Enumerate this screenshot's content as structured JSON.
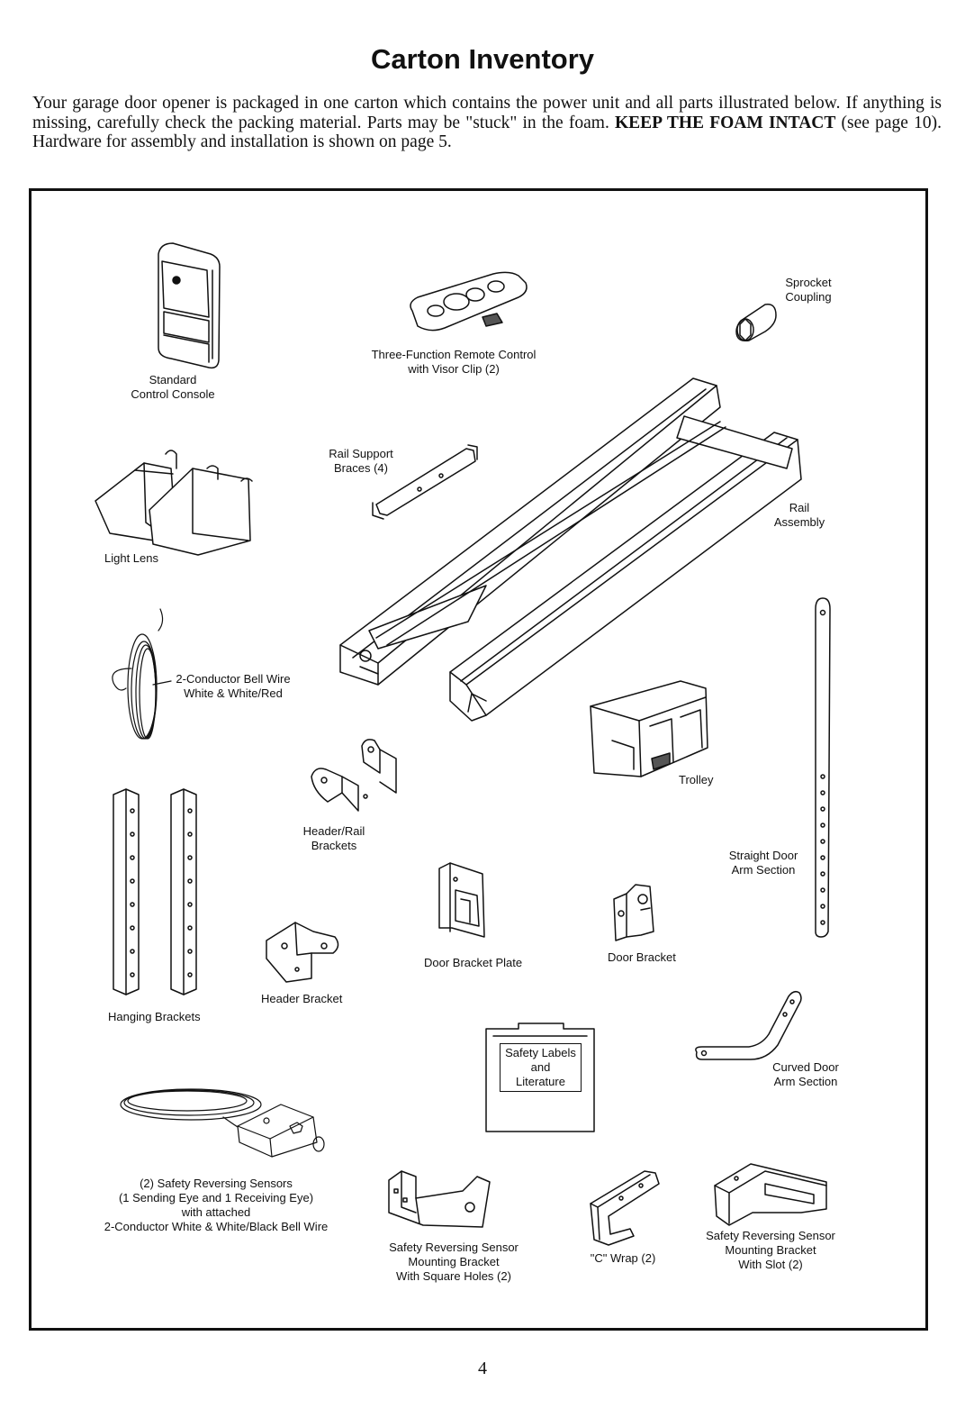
{
  "page": {
    "title": "Carton Inventory",
    "intro_part1": "Your garage door opener is packaged in one carton which contains the power unit and all parts illustrated below. If anything is missing, carefully check the packing material. Parts may be \"stuck\" in the foam. ",
    "intro_bold": "KEEP THE FOAM INTACT",
    "intro_part2": " (see page 10). Hardware for assembly and installation is shown on page 5.",
    "page_number": "4"
  },
  "parts": {
    "control_console": [
      "Standard",
      "Control Console"
    ],
    "remote": [
      "Three-Function Remote Control",
      "with Visor Clip (2)"
    ],
    "sprocket": [
      "Sprocket",
      "Coupling"
    ],
    "rail_braces": [
      "Rail Support",
      "Braces (4)"
    ],
    "rail_assembly": [
      "Rail",
      "Assembly"
    ],
    "light_lens": "Light Lens",
    "bell_wire": [
      "2-Conductor Bell Wire",
      "White & White/Red"
    ],
    "trolley": "Trolley",
    "header_rail": [
      "Header/Rail",
      "Brackets"
    ],
    "straight_arm": [
      "Straight Door",
      "Arm Section"
    ],
    "door_bracket_plate": "Door Bracket Plate",
    "door_bracket": "Door Bracket",
    "header_bracket": "Header  Bracket",
    "hanging_brackets": "Hanging Brackets",
    "safety_labels": [
      "Safety Labels",
      "and",
      "Literature"
    ],
    "curved_arm": [
      "Curved Door",
      "Arm Section"
    ],
    "sensors": [
      "(2) Safety Reversing Sensors",
      "(1 Sending Eye and 1 Receiving Eye)",
      "with attached",
      "2-Conductor White & White/Black Bell Wire"
    ],
    "sensor_bracket_square": [
      "Safety Reversing Sensor",
      "Mounting Bracket",
      "With Square Holes (2)"
    ],
    "c_wrap": "\"C\" Wrap (2)",
    "sensor_bracket_slot": [
      "Safety Reversing Sensor",
      "Mounting Bracket",
      "With Slot (2)"
    ]
  }
}
